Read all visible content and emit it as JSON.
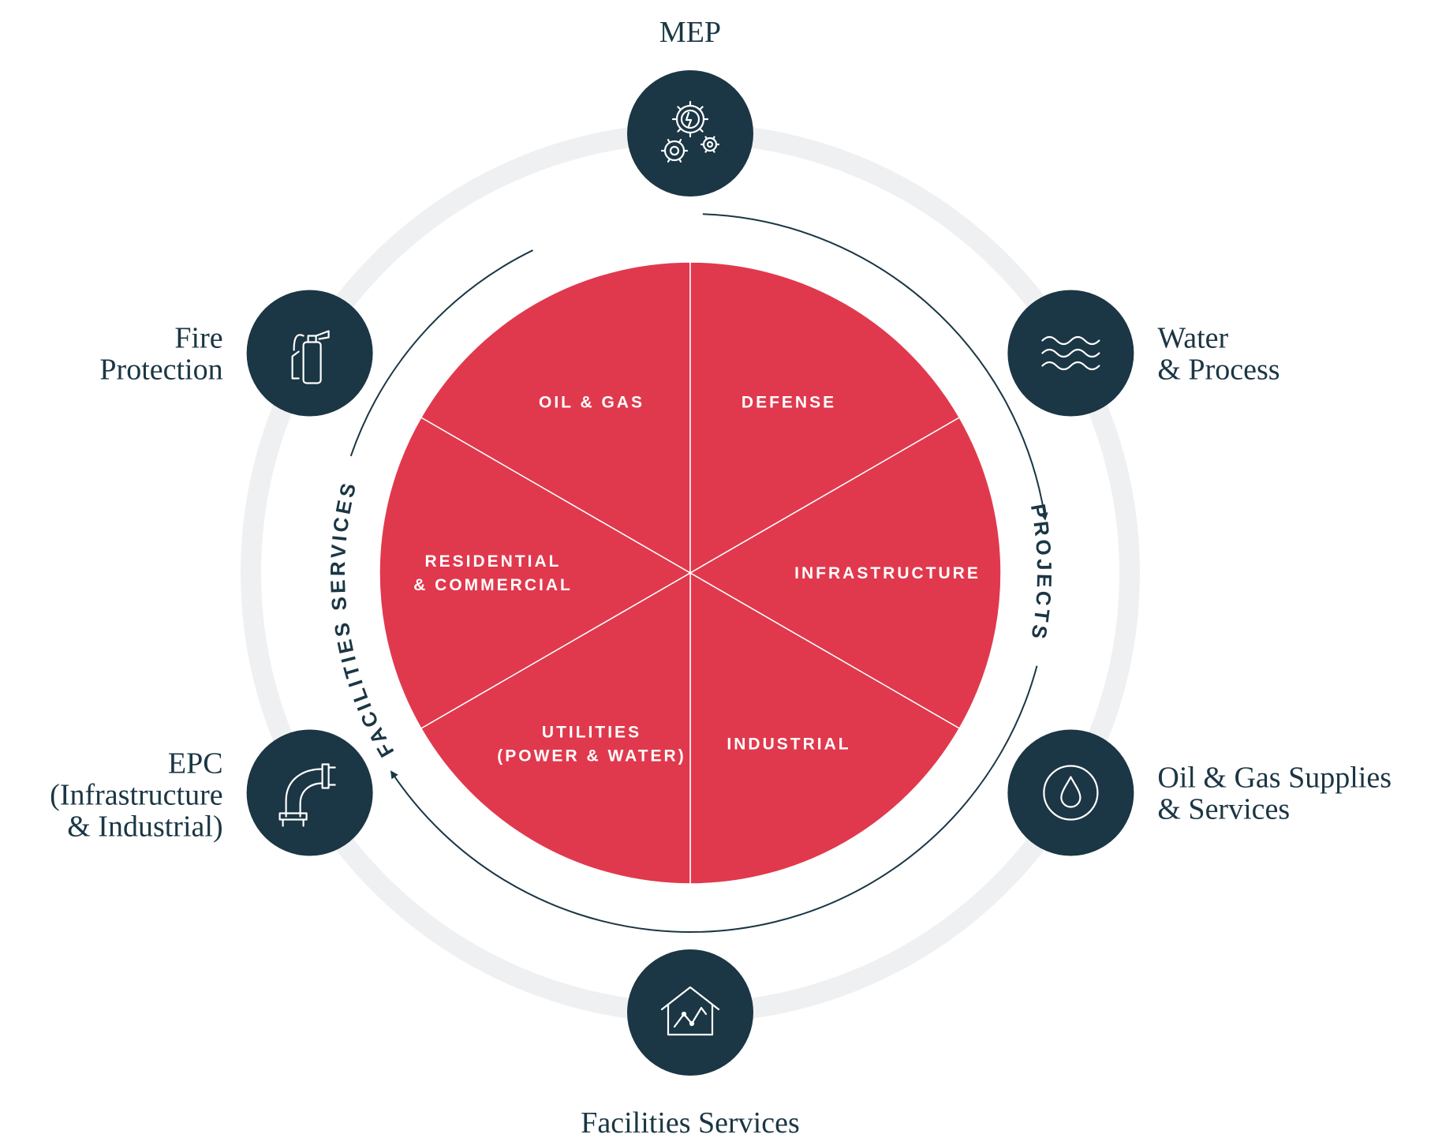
{
  "colors": {
    "pie": "#e0394d",
    "ring": "#eff0f2",
    "navy": "#1b3644",
    "line": "#1b3644"
  },
  "center_segments": [
    {
      "name": "oil-gas",
      "lines": [
        "OIL & GAS"
      ]
    },
    {
      "name": "defense",
      "lines": [
        "DEFENSE"
      ]
    },
    {
      "name": "infrastructure",
      "lines": [
        "INFRASTRUCTURE"
      ]
    },
    {
      "name": "industrial",
      "lines": [
        "INDUSTRIAL"
      ]
    },
    {
      "name": "utilities",
      "lines": [
        "UTILITIES",
        "(POWER & WATER)"
      ]
    },
    {
      "name": "residential-commercial",
      "lines": [
        "RESIDENTIAL",
        "& COMMERCIAL"
      ]
    }
  ],
  "arc_labels": {
    "projects": "PROJECTS",
    "facilities": "FACILITIES SERVICES"
  },
  "nodes": [
    {
      "name": "mep",
      "icon": "gears-bolt-icon",
      "lines": [
        "MEP"
      ]
    },
    {
      "name": "water-process",
      "icon": "waves-icon",
      "lines": [
        "Water",
        "& Process"
      ]
    },
    {
      "name": "oil-gas-supplies",
      "icon": "droplet-icon",
      "lines": [
        "Oil & Gas Supplies",
        "& Services"
      ]
    },
    {
      "name": "facilities-services",
      "icon": "house-chart-icon",
      "lines": [
        "Facilities Services"
      ]
    },
    {
      "name": "epc",
      "icon": "pipe-elbow-icon",
      "lines": [
        "EPC",
        "(Infrastructure",
        "& Industrial)"
      ]
    },
    {
      "name": "fire-protection",
      "icon": "fire-extinguisher-icon",
      "lines": [
        "Fire",
        "Protection"
      ]
    }
  ]
}
